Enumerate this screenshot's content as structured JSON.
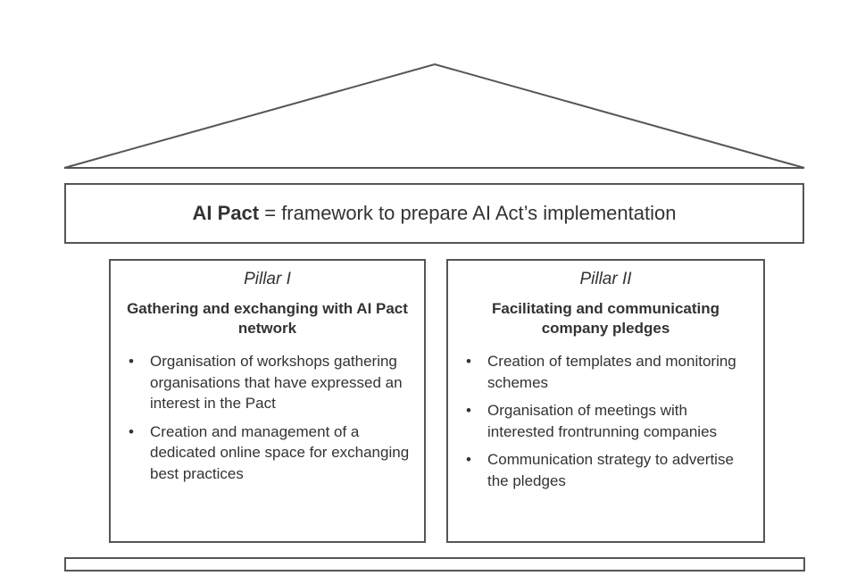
{
  "banner": {
    "bold": "AI Pact",
    "rest": " = framework to prepare AI Act’s implementation"
  },
  "pillars": [
    {
      "name": "Pillar I",
      "heading": "Gathering and exchanging with AI Pact network",
      "items": [
        "Organisation of workshops gathering organisations that have expressed an interest in the Pact",
        "Creation and management of a dedicated online space for exchanging best practices"
      ]
    },
    {
      "name": "Pillar II",
      "heading": "Facilitating and communicating company pledges",
      "items": [
        "Creation of templates and monitoring schemes",
        "Organisation of meetings with interested frontrunning companies",
        "Communication strategy to advertise the pledges"
      ]
    }
  ],
  "colors": {
    "line": "#555555",
    "text": "#333333"
  }
}
